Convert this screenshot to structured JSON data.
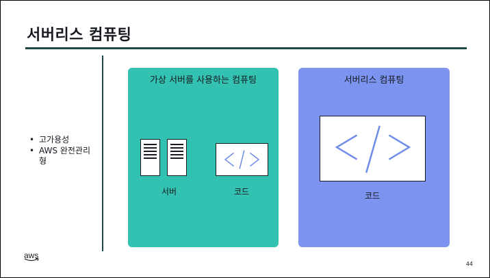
{
  "slide": {
    "title": "서버리스 컴퓨팅",
    "bullets": [
      "고가용성",
      "AWS 완전관리형"
    ],
    "page_number": "44",
    "logo_text": "aws"
  },
  "panel_vm": {
    "title": "가상 서버를 사용하는 컴퓨팅",
    "server_label": "서버",
    "code_label": "코드",
    "color": "#33c1b1"
  },
  "panel_serverless": {
    "title": "서버리스 컴퓨팅",
    "code_label": "코드",
    "color": "#7c93f0"
  },
  "colors": {
    "rule": "#1e4747",
    "code_glyph": "#6f8ee8"
  },
  "icons": {
    "server": "server-icon",
    "code": "code-icon",
    "logo": "aws-logo"
  }
}
